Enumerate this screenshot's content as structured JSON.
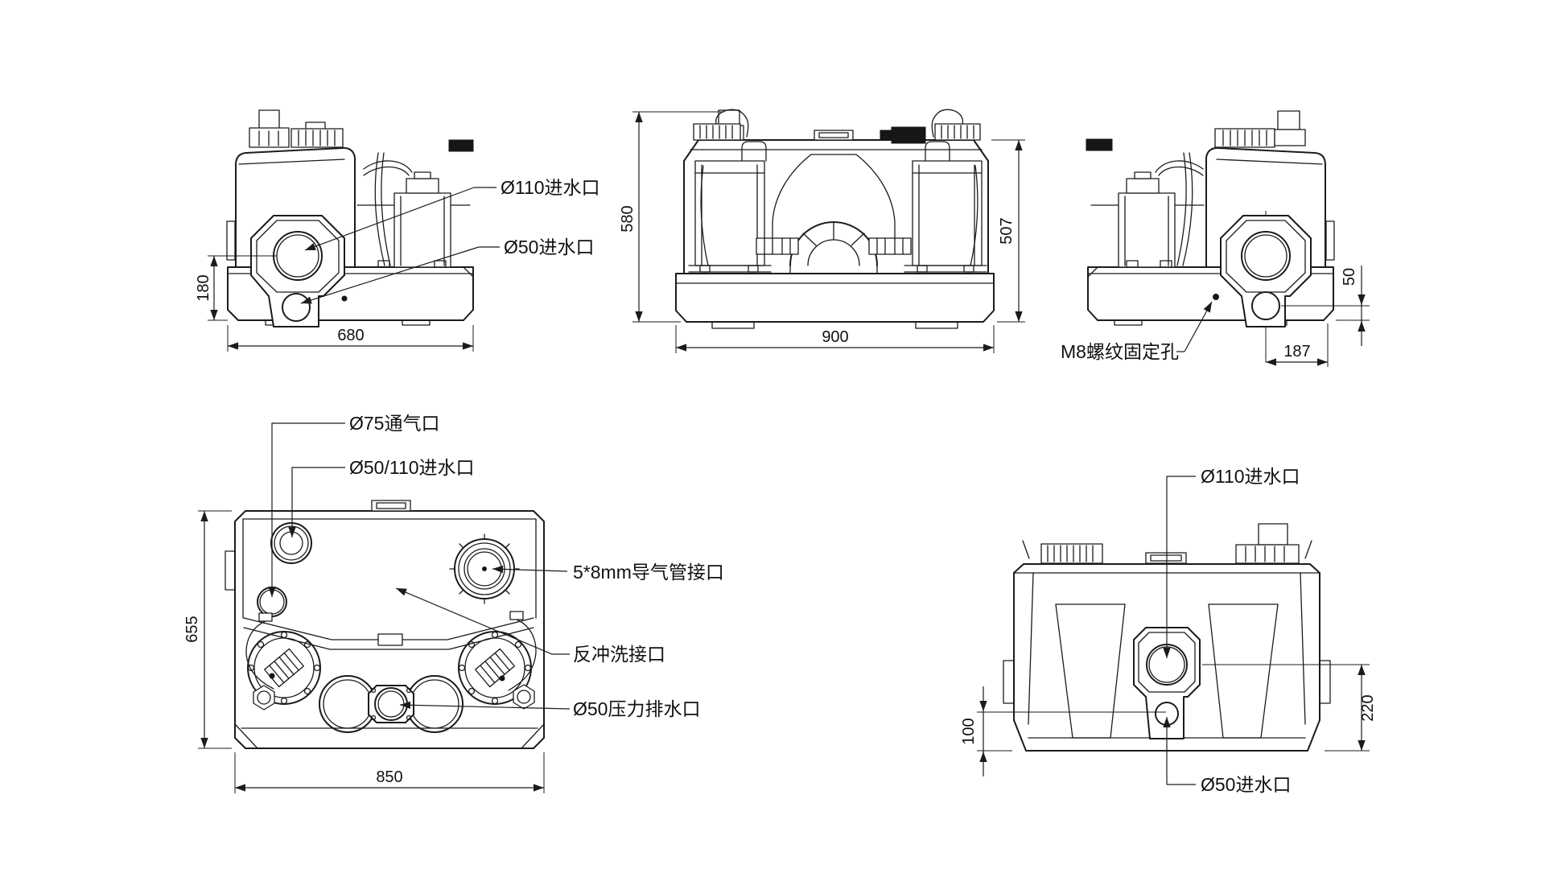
{
  "drawing": {
    "background": "#ffffff",
    "line_color": "#1b1b1b",
    "views": {
      "side_left": {
        "labels": {
          "inlet_110": "Ø110进水口",
          "inlet_50": "Ø50进水口"
        },
        "dims": {
          "inlet_height": "180",
          "width": "680"
        }
      },
      "front": {
        "dims": {
          "total_height": "580",
          "tank_height": "507",
          "width": "900"
        }
      },
      "side_right": {
        "labels": {
          "mount_hole": "M8螺纹固定孔"
        },
        "dims": {
          "inlet_height": "50",
          "inlet_offset": "187"
        }
      },
      "top": {
        "labels": {
          "vent_75": "Ø75通气口",
          "inlet_50_110": "Ø50/110进水口",
          "air_tube": "5*8mm导气管接口",
          "backflush": "反冲洗接口",
          "drain_50": "Ø50压力排水口"
        },
        "dims": {
          "depth": "655",
          "width": "850"
        }
      },
      "rear": {
        "labels": {
          "inlet_110": "Ø110进水口",
          "inlet_50": "Ø50进水口"
        },
        "dims": {
          "inlet50_height": "100",
          "inlet110_height": "220"
        }
      }
    }
  }
}
